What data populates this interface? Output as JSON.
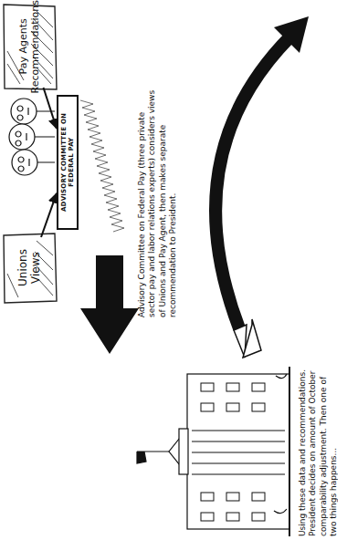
{
  "diagram": {
    "nodes": [
      {
        "text": [
          "Pay Agents Recommendations"
        ]
      },
      {
        "text": [
          "Unions Views"
        ]
      },
      {
        "text": [
          "ADVISORY COMMITTEE ON FEDERAL PAY"
        ]
      }
    ],
    "edges": [
      {
        "from": 0,
        "to": 2,
        "arrow": "to"
      },
      {
        "from": 1,
        "to": 2,
        "arrow": "to"
      }
    ],
    "labels": [
      "Advisory Committee on Federal Pay (three private sector pay and labor relations experts) considers views of Unions and Pay Agent, then makes separate recommendation to President.",
      "Using these data and recommendations. President decides on amount of October comparability adjustment. Then one of two things happens..."
    ]
  }
}
